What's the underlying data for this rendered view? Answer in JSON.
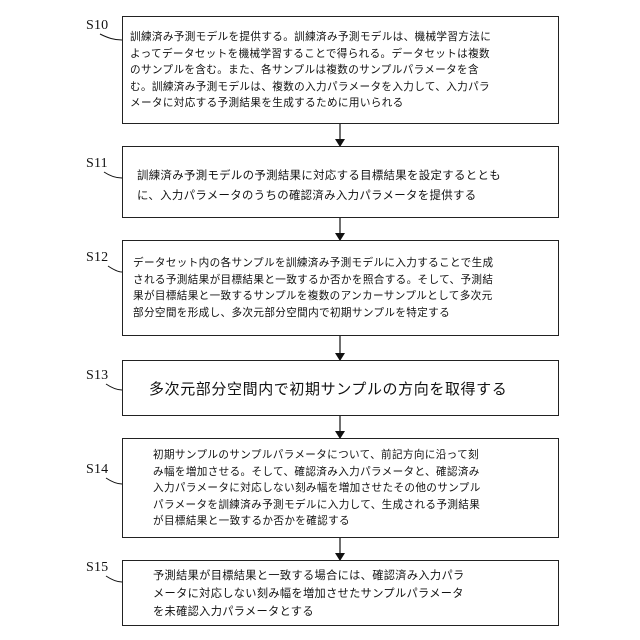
{
  "steps": [
    {
      "id": "S10",
      "text": "訓練済み予測モデルを提供する。訓練済み予測モデルは、機械学習方法に\nよってデータセットを機械学習することで得られる。データセットは複数\nのサンプルを含む。また、各サンプルは複数のサンプルパラメータを含\nむ。訓練済み予測モデルは、複数の入力パラメータを入力して、入力パラ\nメータに対応する予測結果を生成するために用いられる"
    },
    {
      "id": "S11",
      "text": "訓練済み予測モデルの予測結果に対応する目標結果を設定するととも\nに、入力パラメータのうちの確認済み入力パラメータを提供する"
    },
    {
      "id": "S12",
      "text": "データセット内の各サンプルを訓練済み予測モデルに入力することで生成\nされる予測結果が目標結果と一致するか否かを照合する。そして、予測結\n果が目標結果と一致するサンプルを複数のアンカーサンプルとして多次元\n部分空間を形成し、多次元部分空間内で初期サンプルを特定する"
    },
    {
      "id": "S13",
      "text": "多次元部分空間内で初期サンプルの方向を取得する"
    },
    {
      "id": "S14",
      "text": "初期サンプルのサンプルパラメータについて、前記方向に沿って刻\nみ幅を増加させる。そして、確認済み入力パラメータと、確認済み\n入力パラメータに対応しない刻み幅を増加させたその他のサンプル\nパラメータを訓練済み予測モデルに入力して、生成される予測結果\nが目標結果と一致するか否かを確認する"
    },
    {
      "id": "S15",
      "text": "予測結果が目標結果と一致する場合には、確認済み入力パラ\nメータに対応しない刻み幅を増加させたサンプルパラメータ\nを未確認入力パラメータとする"
    }
  ]
}
